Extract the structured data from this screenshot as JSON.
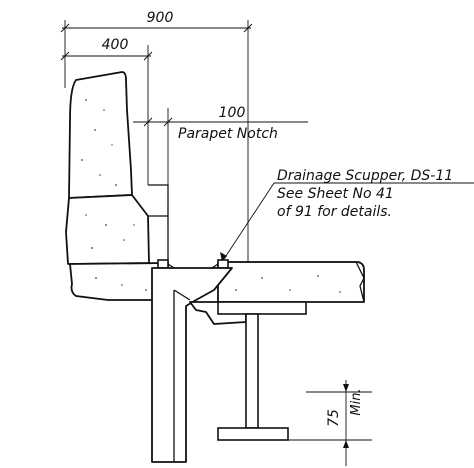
{
  "dimensions": {
    "overall": "900",
    "parapet_width": "400",
    "notch": "100",
    "clearance": "75",
    "clearance_note": "Min."
  },
  "labels": {
    "parapet_notch": "Parapet Notch",
    "scupper_line1": "Drainage Scupper, DS-11",
    "scupper_line2": "See Sheet No 41",
    "scupper_line3": "of 91 for details."
  }
}
